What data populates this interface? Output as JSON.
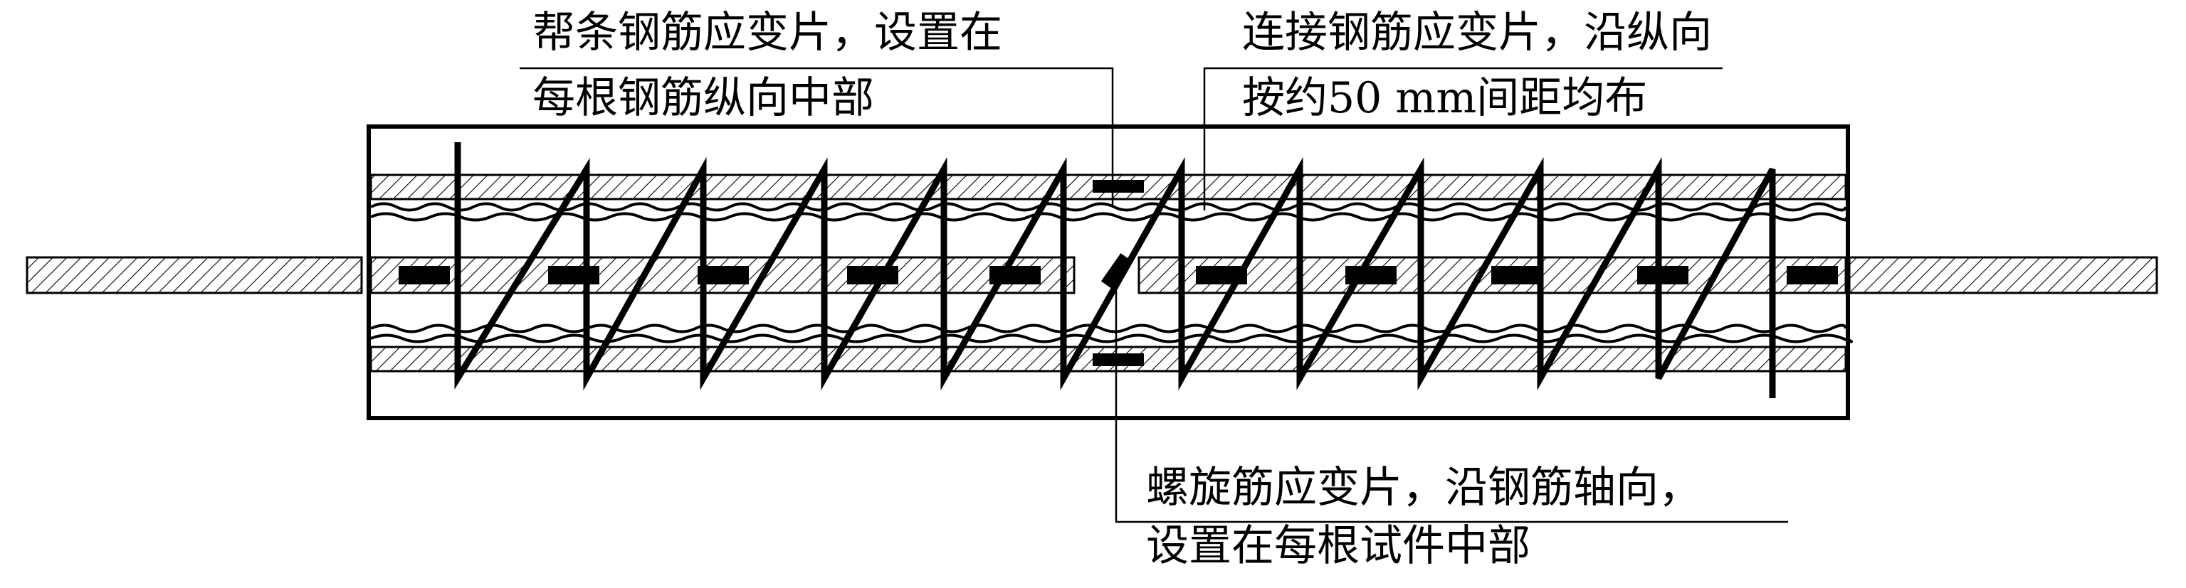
{
  "labels": {
    "splice_bar_gauge": {
      "line1": "帮条钢筋应变片，设置在",
      "line2": "每根钢筋纵向中部"
    },
    "connecting_bar_gauge": {
      "line1": "连接钢筋应变片，沿纵向",
      "line2": "按约50 mm间距均布"
    },
    "spiral_gauge": {
      "line1": "螺旋筋应变片，沿钢筋轴向，",
      "line2": "设置在每根试件中部"
    }
  },
  "colors": {
    "stroke": "#000000",
    "background": "#ffffff"
  }
}
